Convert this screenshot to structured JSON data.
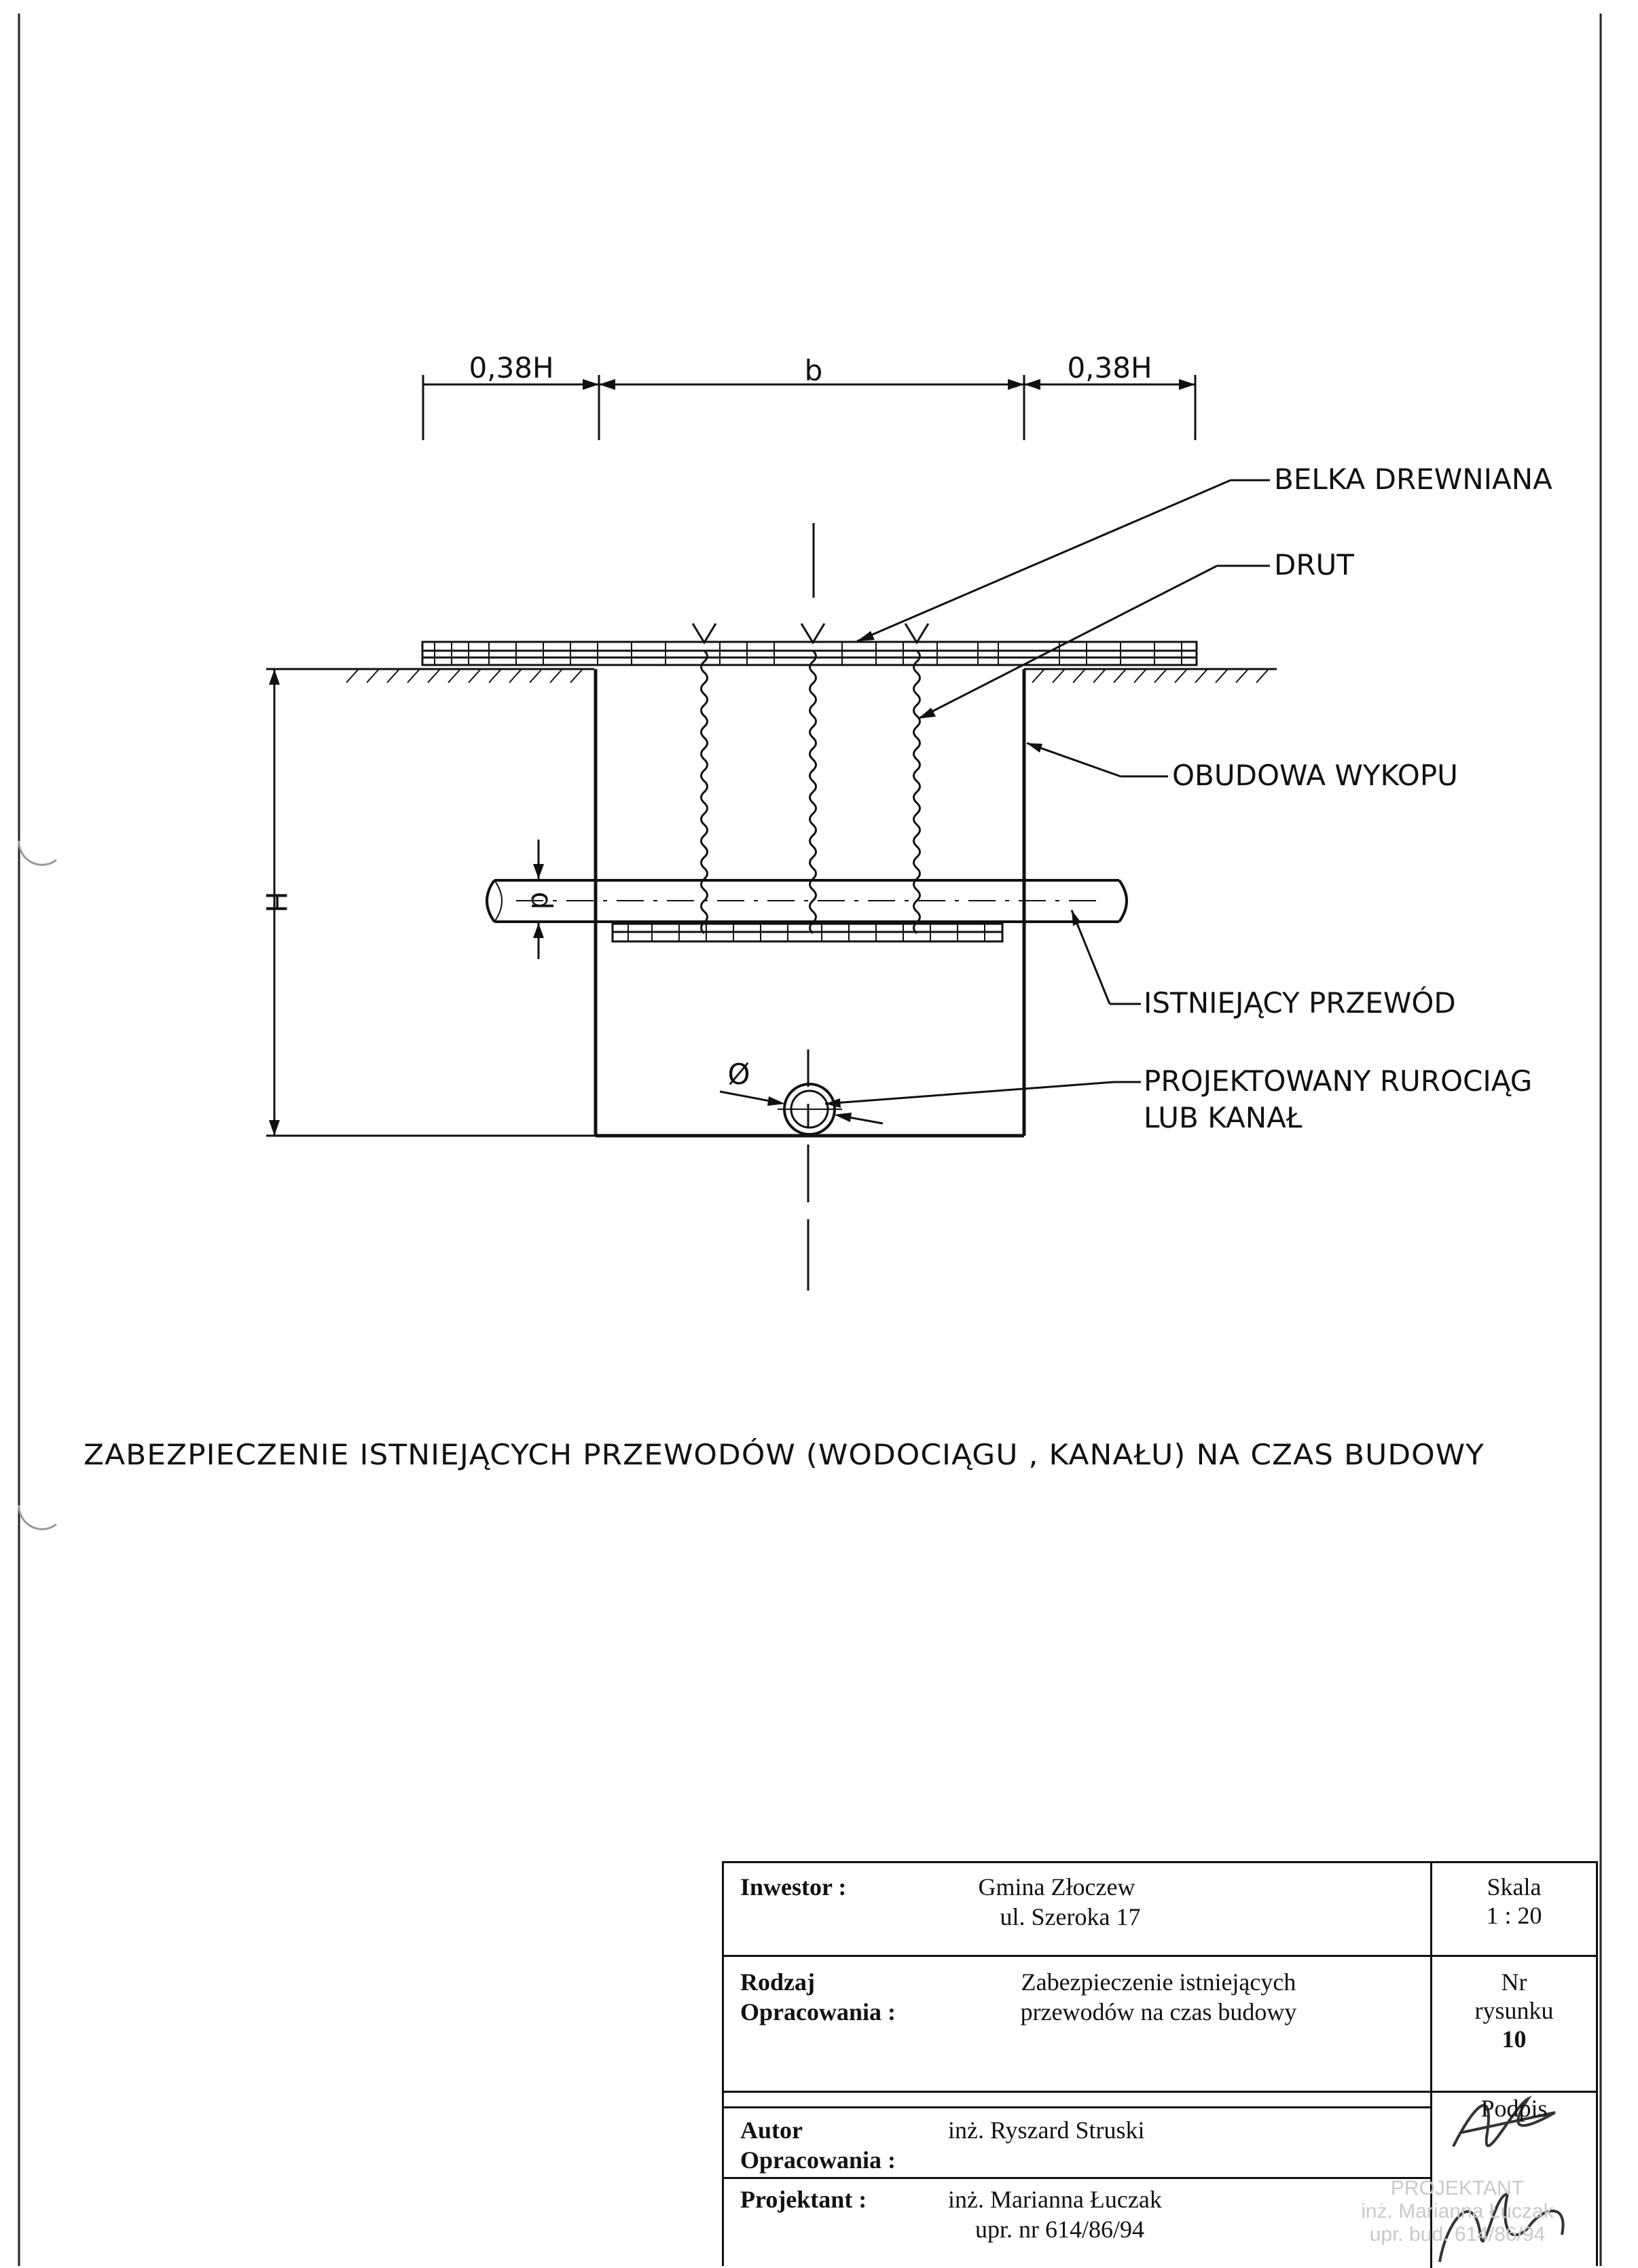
{
  "drawing": {
    "dim_left": "0,38H",
    "dim_center": "b",
    "dim_right": "0,38H",
    "dim_height": "H",
    "dim_pipe": "d",
    "diameter_symbol": "Ø",
    "callouts": {
      "belka": "BELKA DREWNIANA",
      "drut": "DRUT",
      "obudowa": "OBUDOWA WYKOPU",
      "przewod": "ISTNIEJĄCY PRZEWÓD",
      "projektowany_1": "PROJEKTOWANY RUROCIĄG",
      "projektowany_2": "LUB KANAŁ"
    },
    "title": "ZABEZPIECZENIE ISTNIEJĄCYCH PRZEWODÓW (WODOCIĄGU , KANAŁU) NA CZAS BUDOWY"
  },
  "title_block": {
    "inwestor_label": "Inwestor :",
    "inwestor_line1": "Gmina Złoczew",
    "inwestor_line2": "ul. Szeroka 17",
    "skala_label": "Skala",
    "skala_value": "1 : 20",
    "rodzaj_label_1": "Rodzaj",
    "rodzaj_label_2": "Opracowania :",
    "rodzaj_line1": "Zabezpieczenie istniejących",
    "rodzaj_line2": "przewodów na czas budowy",
    "nr_label_1": "Nr",
    "nr_label_2": "rysunku",
    "nr_value": "10",
    "podpis_label": "Podpis",
    "autor_label_1": "Autor",
    "autor_label_2": "Opracowania :",
    "autor_value": "inż. Ryszard Struski",
    "projektant_label": "Projektant :",
    "projektant_line1": "inż. Marianna Łuczak",
    "projektant_line2": "upr. nr 614/86/94",
    "stamp_line1": "PROJEKTANT",
    "stamp_line2": "inż. Marianna Łuczak",
    "stamp_line3": "upr. bud. 614/86/94"
  }
}
